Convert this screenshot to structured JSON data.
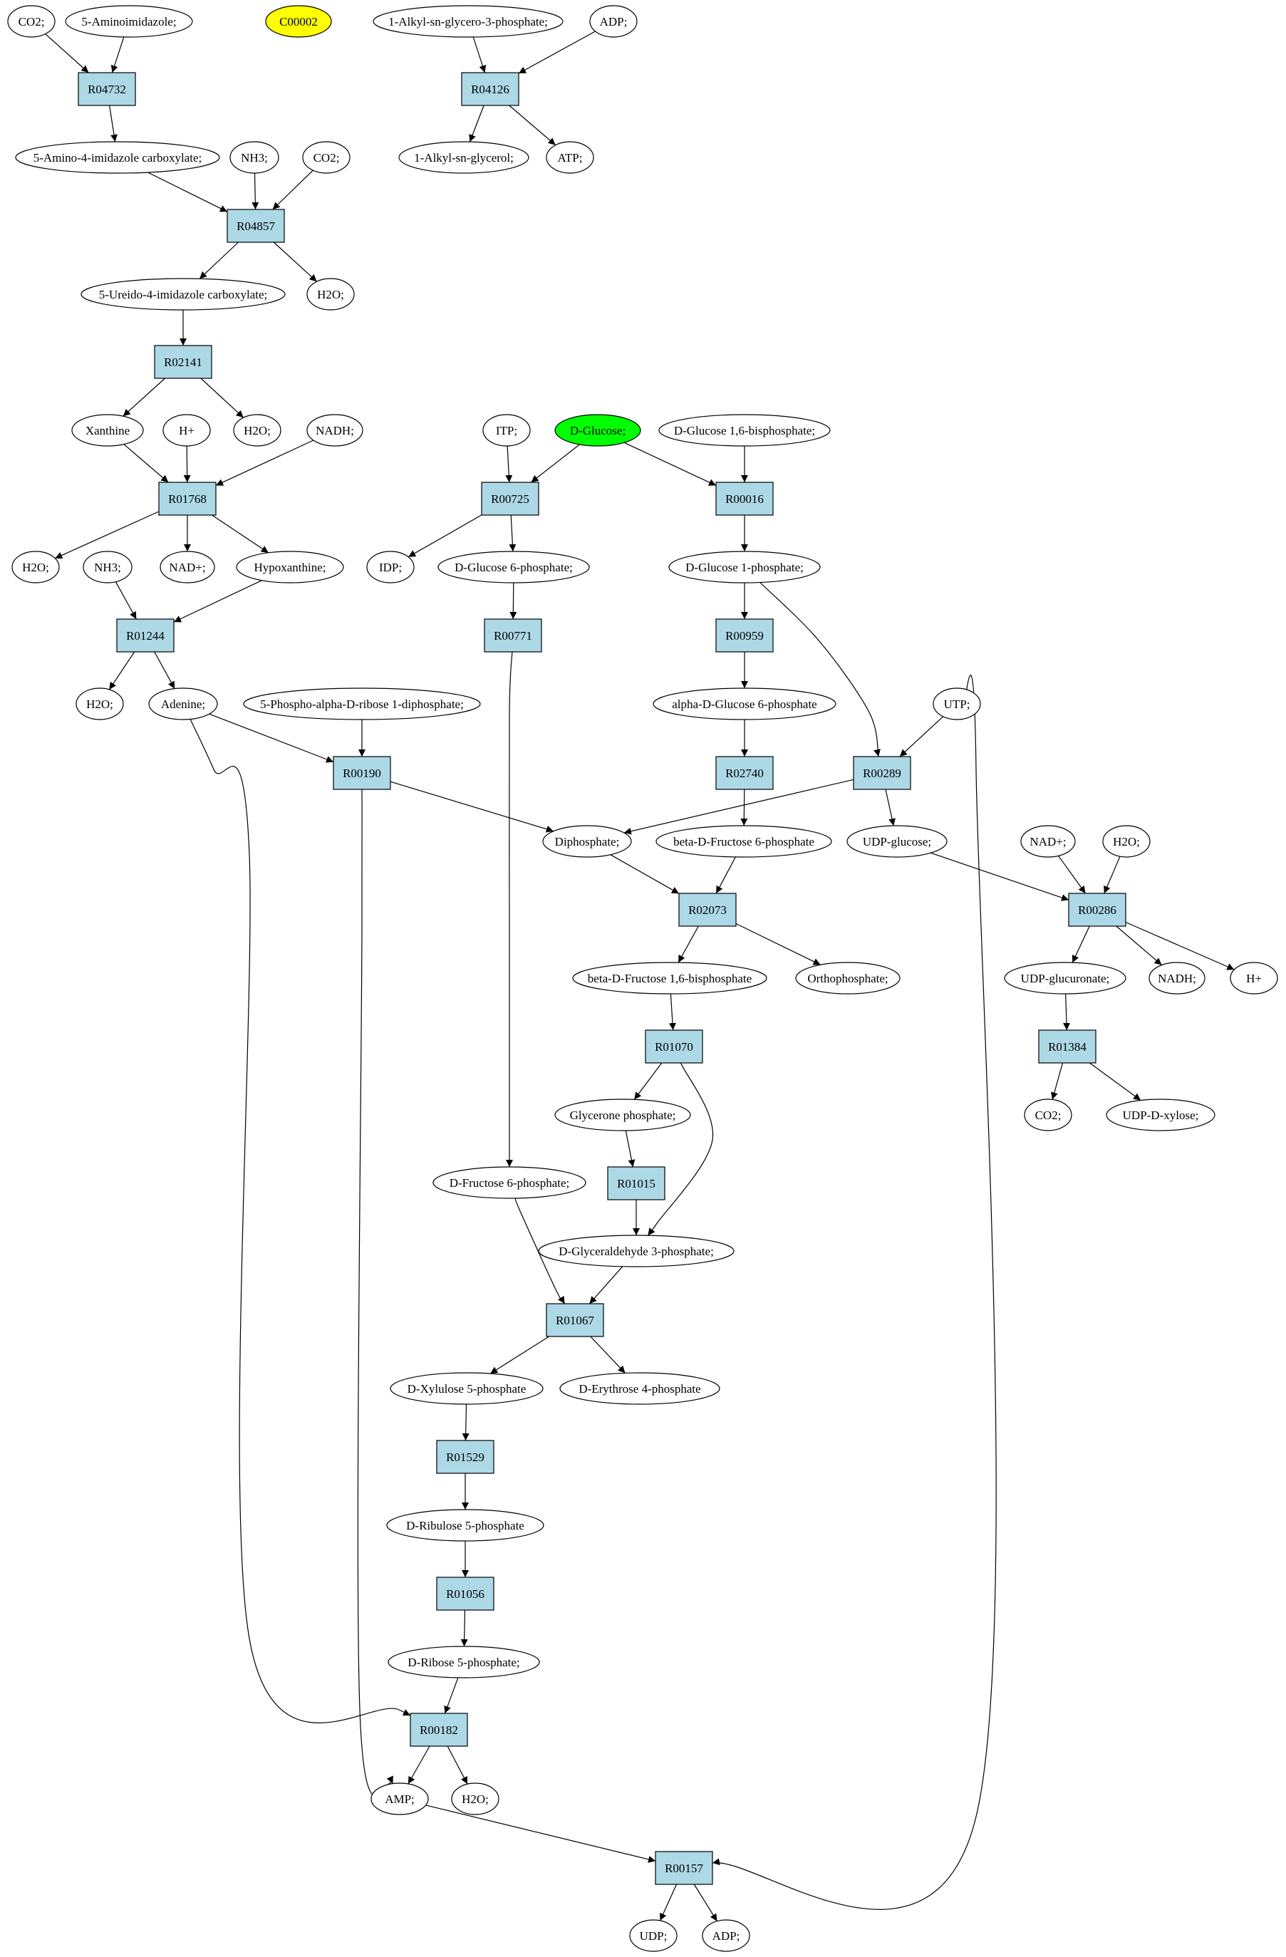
{
  "colors": {
    "reaction_fill": "#add8e6",
    "compound_fill": "#ffffff",
    "highlight_yellow": "#ffff00",
    "highlight_green": "#00ff00",
    "stroke": "#000000"
  },
  "nodes": [
    {
      "id": "n_co2_a",
      "label": "CO2;",
      "kind": "compound"
    },
    {
      "id": "n_aminoimid",
      "label": "5-Aminoimidazole;",
      "kind": "compound"
    },
    {
      "id": "n_c00002",
      "label": "C00002",
      "kind": "compound",
      "fill": "#ffff00"
    },
    {
      "id": "n_alkylg3p",
      "label": "1-Alkyl-sn-glycero-3-phosphate;",
      "kind": "compound"
    },
    {
      "id": "n_adp_a",
      "label": "ADP;",
      "kind": "compound"
    },
    {
      "id": "r_R04732",
      "label": "R04732",
      "kind": "reaction"
    },
    {
      "id": "r_R04126",
      "label": "R04126",
      "kind": "reaction"
    },
    {
      "id": "n_alkylg",
      "label": "1-Alkyl-sn-glycerol;",
      "kind": "compound"
    },
    {
      "id": "n_atp",
      "label": "ATP;",
      "kind": "compound"
    },
    {
      "id": "n_aic",
      "label": "5-Amino-4-imidazole carboxylate;",
      "kind": "compound"
    },
    {
      "id": "n_nh3_a",
      "label": "NH3;",
      "kind": "compound"
    },
    {
      "id": "n_co2_b",
      "label": "CO2;",
      "kind": "compound"
    },
    {
      "id": "r_R04857",
      "label": "R04857",
      "kind": "reaction"
    },
    {
      "id": "n_uic",
      "label": "5-Ureido-4-imidazole carboxylate;",
      "kind": "compound"
    },
    {
      "id": "n_h2o_a",
      "label": "H2O;",
      "kind": "compound"
    },
    {
      "id": "r_R02141",
      "label": "R02141",
      "kind": "reaction"
    },
    {
      "id": "n_xanthine",
      "label": "Xanthine",
      "kind": "compound"
    },
    {
      "id": "n_hplus_a",
      "label": "H+",
      "kind": "compound"
    },
    {
      "id": "n_h2o_b",
      "label": "H2O;",
      "kind": "compound"
    },
    {
      "id": "n_nadh_a",
      "label": "NADH;",
      "kind": "compound"
    },
    {
      "id": "n_itp",
      "label": "ITP;",
      "kind": "compound"
    },
    {
      "id": "n_dglucose",
      "label": "D-Glucose;",
      "kind": "compound",
      "fill": "#00ff00"
    },
    {
      "id": "n_g16bp",
      "label": "D-Glucose 1,6-bisphosphate;",
      "kind": "compound"
    },
    {
      "id": "r_R01768",
      "label": "R01768",
      "kind": "reaction"
    },
    {
      "id": "r_R00725",
      "label": "R00725",
      "kind": "reaction"
    },
    {
      "id": "r_R00016",
      "label": "R00016",
      "kind": "reaction"
    },
    {
      "id": "n_h2o_c",
      "label": "H2O;",
      "kind": "compound"
    },
    {
      "id": "n_nh3_b",
      "label": "NH3;",
      "kind": "compound"
    },
    {
      "id": "n_nadplus_a",
      "label": "NAD+;",
      "kind": "compound"
    },
    {
      "id": "n_hypox",
      "label": "Hypoxanthine;",
      "kind": "compound"
    },
    {
      "id": "n_idp",
      "label": "IDP;",
      "kind": "compound"
    },
    {
      "id": "n_g6p",
      "label": "D-Glucose 6-phosphate;",
      "kind": "compound"
    },
    {
      "id": "n_g1p",
      "label": "D-Glucose 1-phosphate;",
      "kind": "compound"
    },
    {
      "id": "r_R01244",
      "label": "R01244",
      "kind": "reaction"
    },
    {
      "id": "r_R00771",
      "label": "R00771",
      "kind": "reaction"
    },
    {
      "id": "r_R00959",
      "label": "R00959",
      "kind": "reaction"
    },
    {
      "id": "n_h2o_d",
      "label": "H2O;",
      "kind": "compound"
    },
    {
      "id": "n_adenine",
      "label": "Adenine;",
      "kind": "compound"
    },
    {
      "id": "n_prpp",
      "label": "5-Phospho-alpha-D-ribose 1-diphosphate;",
      "kind": "compound"
    },
    {
      "id": "n_ag6p",
      "label": "alpha-D-Glucose 6-phosphate",
      "kind": "compound"
    },
    {
      "id": "n_utp",
      "label": "UTP;",
      "kind": "compound"
    },
    {
      "id": "r_R00190",
      "label": "R00190",
      "kind": "reaction"
    },
    {
      "id": "r_R02740",
      "label": "R02740",
      "kind": "reaction"
    },
    {
      "id": "r_R00289",
      "label": "R00289",
      "kind": "reaction"
    },
    {
      "id": "n_diphos",
      "label": "Diphosphate;",
      "kind": "compound"
    },
    {
      "id": "n_bf6p",
      "label": "beta-D-Fructose 6-phosphate",
      "kind": "compound"
    },
    {
      "id": "n_udpglc",
      "label": "UDP-glucose;",
      "kind": "compound"
    },
    {
      "id": "n_nadplus_b",
      "label": "NAD+;",
      "kind": "compound"
    },
    {
      "id": "n_h2o_e",
      "label": "H2O;",
      "kind": "compound"
    },
    {
      "id": "r_R02073",
      "label": "R02073",
      "kind": "reaction"
    },
    {
      "id": "r_R00286",
      "label": "R00286",
      "kind": "reaction"
    },
    {
      "id": "n_bf16bp",
      "label": "beta-D-Fructose 1,6-bisphosphate",
      "kind": "compound"
    },
    {
      "id": "n_orthophos",
      "label": "Orthophosphate;",
      "kind": "compound"
    },
    {
      "id": "n_udpglcua",
      "label": "UDP-glucuronate;",
      "kind": "compound"
    },
    {
      "id": "n_nadh_b",
      "label": "NADH;",
      "kind": "compound"
    },
    {
      "id": "n_hplus_b",
      "label": "H+",
      "kind": "compound"
    },
    {
      "id": "r_R01070",
      "label": "R01070",
      "kind": "reaction"
    },
    {
      "id": "r_R01384",
      "label": "R01384",
      "kind": "reaction"
    },
    {
      "id": "n_glycerone",
      "label": "Glycerone phosphate;",
      "kind": "compound"
    },
    {
      "id": "n_co2_c",
      "label": "CO2;",
      "kind": "compound"
    },
    {
      "id": "n_udpxyl",
      "label": "UDP-D-xylose;",
      "kind": "compound"
    },
    {
      "id": "r_R01015",
      "label": "R01015",
      "kind": "reaction"
    },
    {
      "id": "n_df6p",
      "label": "D-Fructose 6-phosphate;",
      "kind": "compound"
    },
    {
      "id": "n_gap",
      "label": "D-Glyceraldehyde 3-phosphate;",
      "kind": "compound"
    },
    {
      "id": "r_R01067",
      "label": "R01067",
      "kind": "reaction"
    },
    {
      "id": "n_xu5p",
      "label": "D-Xylulose 5-phosphate",
      "kind": "compound"
    },
    {
      "id": "n_e4p",
      "label": "D-Erythrose 4-phosphate",
      "kind": "compound"
    },
    {
      "id": "r_R01529",
      "label": "R01529",
      "kind": "reaction"
    },
    {
      "id": "n_ru5p",
      "label": "D-Ribulose 5-phosphate",
      "kind": "compound"
    },
    {
      "id": "r_R01056",
      "label": "R01056",
      "kind": "reaction"
    },
    {
      "id": "n_r5p",
      "label": "D-Ribose 5-phosphate;",
      "kind": "compound"
    },
    {
      "id": "r_R00182",
      "label": "R00182",
      "kind": "reaction"
    },
    {
      "id": "n_amp",
      "label": "AMP;",
      "kind": "compound"
    },
    {
      "id": "n_h2o_f",
      "label": "H2O;",
      "kind": "compound"
    },
    {
      "id": "r_R00157",
      "label": "R00157",
      "kind": "reaction"
    },
    {
      "id": "n_udp",
      "label": "UDP;",
      "kind": "compound"
    },
    {
      "id": "n_adp_b",
      "label": "ADP;",
      "kind": "compound"
    }
  ],
  "edges": [
    [
      "n_co2_a",
      "r_R04732"
    ],
    [
      "n_aminoimid",
      "r_R04732"
    ],
    [
      "r_R04732",
      "n_aic"
    ],
    [
      "n_alkylg3p",
      "r_R04126"
    ],
    [
      "n_adp_a",
      "r_R04126"
    ],
    [
      "r_R04126",
      "n_alkylg"
    ],
    [
      "r_R04126",
      "n_atp"
    ],
    [
      "n_aic",
      "r_R04857"
    ],
    [
      "n_nh3_a",
      "r_R04857"
    ],
    [
      "n_co2_b",
      "r_R04857"
    ],
    [
      "r_R04857",
      "n_uic"
    ],
    [
      "r_R04857",
      "n_h2o_a"
    ],
    [
      "n_uic",
      "r_R02141"
    ],
    [
      "r_R02141",
      "n_xanthine"
    ],
    [
      "r_R02141",
      "n_h2o_b"
    ],
    [
      "n_xanthine",
      "r_R01768"
    ],
    [
      "n_hplus_a",
      "r_R01768"
    ],
    [
      "n_nadh_a",
      "r_R01768"
    ],
    [
      "r_R01768",
      "n_h2o_c"
    ],
    [
      "r_R01768",
      "n_nadplus_a"
    ],
    [
      "r_R01768",
      "n_hypox"
    ],
    [
      "n_nh3_b",
      "r_R01244"
    ],
    [
      "n_hypox",
      "r_R01244"
    ],
    [
      "r_R01244",
      "n_h2o_d"
    ],
    [
      "r_R01244",
      "n_adenine"
    ],
    [
      "n_adenine",
      "r_R00190"
    ],
    [
      "n_prpp",
      "r_R00190"
    ],
    [
      "r_R00190",
      "n_diphos"
    ],
    [
      "n_itp",
      "r_R00725"
    ],
    [
      "n_dglucose",
      "r_R00725"
    ],
    [
      "r_R00725",
      "n_idp"
    ],
    [
      "r_R00725",
      "n_g6p"
    ],
    [
      "n_dglucose",
      "r_R00016"
    ],
    [
      "n_g16bp",
      "r_R00016"
    ],
    [
      "r_R00016",
      "n_g1p"
    ],
    [
      "n_g6p",
      "r_R00771"
    ],
    [
      "r_R00771",
      "n_df6p"
    ],
    [
      "n_g1p",
      "r_R00959"
    ],
    [
      "r_R00959",
      "n_ag6p"
    ],
    [
      "n_ag6p",
      "r_R02740"
    ],
    [
      "r_R02740",
      "n_bf6p"
    ],
    [
      "n_g1p",
      "r_R00289"
    ],
    [
      "n_utp",
      "r_R00289"
    ],
    [
      "r_R00289",
      "n_diphos"
    ],
    [
      "r_R00289",
      "n_udpglc"
    ],
    [
      "n_diphos",
      "r_R02073"
    ],
    [
      "n_bf6p",
      "r_R02073"
    ],
    [
      "r_R02073",
      "n_bf16bp"
    ],
    [
      "r_R02073",
      "n_orthophos"
    ],
    [
      "n_udpglc",
      "r_R00286"
    ],
    [
      "n_nadplus_b",
      "r_R00286"
    ],
    [
      "n_h2o_e",
      "r_R00286"
    ],
    [
      "r_R00286",
      "n_udpglcua"
    ],
    [
      "r_R00286",
      "n_nadh_b"
    ],
    [
      "r_R00286",
      "n_hplus_b"
    ],
    [
      "n_bf16bp",
      "r_R01070"
    ],
    [
      "r_R01070",
      "n_glycerone"
    ],
    [
      "r_R01070",
      "n_gap"
    ],
    [
      "n_udpglcua",
      "r_R01384"
    ],
    [
      "r_R01384",
      "n_co2_c"
    ],
    [
      "r_R01384",
      "n_udpxyl"
    ],
    [
      "n_glycerone",
      "r_R01015"
    ],
    [
      "r_R01015",
      "n_gap"
    ],
    [
      "n_df6p",
      "r_R01067"
    ],
    [
      "n_gap",
      "r_R01067"
    ],
    [
      "r_R01067",
      "n_xu5p"
    ],
    [
      "r_R01067",
      "n_e4p"
    ],
    [
      "n_xu5p",
      "r_R01529"
    ],
    [
      "r_R01529",
      "n_ru5p"
    ],
    [
      "n_ru5p",
      "r_R01056"
    ],
    [
      "r_R01056",
      "n_r5p"
    ],
    [
      "n_r5p",
      "r_R00182"
    ],
    [
      "n_adenine",
      "r_R00182"
    ],
    [
      "r_R00182",
      "n_amp"
    ],
    [
      "r_R00182",
      "n_h2o_f"
    ],
    [
      "r_R00190",
      "n_amp"
    ],
    [
      "n_amp",
      "r_R00157"
    ],
    [
      "n_utp",
      "r_R00157"
    ],
    [
      "r_R00157",
      "n_udp"
    ],
    [
      "r_R00157",
      "n_adp_b"
    ]
  ]
}
